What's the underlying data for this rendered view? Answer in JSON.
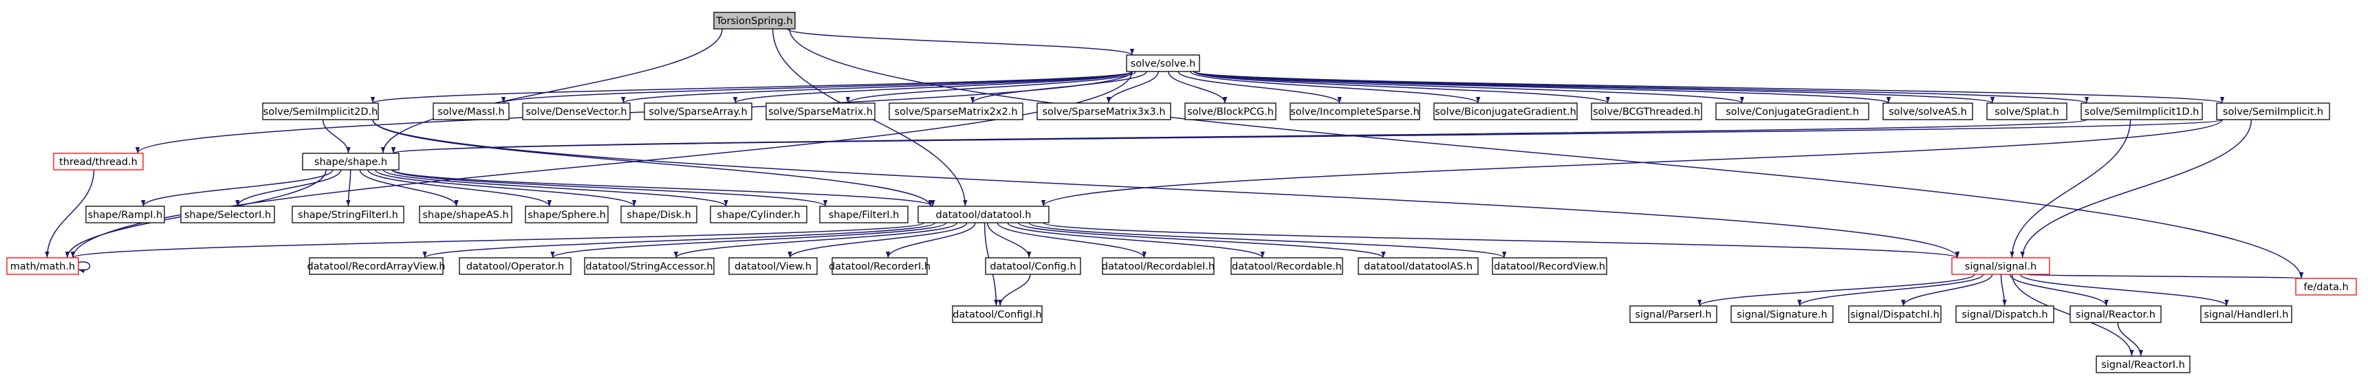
{
  "colors": {
    "edge": "#191970",
    "root_fill": "#bfbfbf",
    "highlight_border": "#ff0000",
    "node_border": "#000000",
    "background": "#ffffff"
  },
  "nodes": [
    {
      "id": "root",
      "label": "TorsionSpring.h",
      "style": "root"
    },
    {
      "id": "solve",
      "label": "solve/solve.h",
      "style": "normal"
    },
    {
      "id": "semi2d",
      "label": "solve/SemiImplicit2D.h",
      "style": "normal"
    },
    {
      "id": "massi",
      "label": "solve/MassI.h",
      "style": "normal"
    },
    {
      "id": "densevec",
      "label": "solve/DenseVector.h",
      "style": "normal"
    },
    {
      "id": "sparsearr",
      "label": "solve/SparseArray.h",
      "style": "normal"
    },
    {
      "id": "sparsemat",
      "label": "solve/SparseMatrix.h",
      "style": "normal"
    },
    {
      "id": "sparse2x2",
      "label": "solve/SparseMatrix2x2.h",
      "style": "normal"
    },
    {
      "id": "sparse3x3",
      "label": "solve/SparseMatrix3x3.h",
      "style": "normal"
    },
    {
      "id": "blockpcg",
      "label": "solve/BlockPCG.h",
      "style": "normal"
    },
    {
      "id": "incomplete",
      "label": "solve/IncompleteSparse.h",
      "style": "normal"
    },
    {
      "id": "bicg",
      "label": "solve/BiconjugateGradient.h",
      "style": "normal"
    },
    {
      "id": "bcgt",
      "label": "solve/BCGThreaded.h",
      "style": "normal"
    },
    {
      "id": "cg",
      "label": "solve/ConjugateGradient.h",
      "style": "normal"
    },
    {
      "id": "solveas",
      "label": "solve/solveAS.h",
      "style": "normal"
    },
    {
      "id": "splat",
      "label": "solve/Splat.h",
      "style": "normal"
    },
    {
      "id": "semi1d",
      "label": "solve/SemiImplicit1D.h",
      "style": "normal"
    },
    {
      "id": "semi",
      "label": "solve/SemiImplicit.h",
      "style": "normal"
    },
    {
      "id": "thread",
      "label": "thread/thread.h",
      "style": "red"
    },
    {
      "id": "shape",
      "label": "shape/shape.h",
      "style": "normal"
    },
    {
      "id": "math",
      "label": "math/math.h",
      "style": "red"
    },
    {
      "id": "rampi",
      "label": "shape/RampI.h",
      "style": "normal"
    },
    {
      "id": "selectori",
      "label": "shape/SelectorI.h",
      "style": "normal"
    },
    {
      "id": "stringfilteri",
      "label": "shape/StringFilterI.h",
      "style": "normal"
    },
    {
      "id": "shapeas",
      "label": "shape/shapeAS.h",
      "style": "normal"
    },
    {
      "id": "sphere",
      "label": "shape/Sphere.h",
      "style": "normal"
    },
    {
      "id": "disk",
      "label": "shape/Disk.h",
      "style": "normal"
    },
    {
      "id": "cylinder",
      "label": "shape/Cylinder.h",
      "style": "normal"
    },
    {
      "id": "filteri",
      "label": "shape/FilterI.h",
      "style": "normal"
    },
    {
      "id": "datatool",
      "label": "datatool/datatool.h",
      "style": "normal"
    },
    {
      "id": "signal",
      "label": "signal/signal.h",
      "style": "red"
    },
    {
      "id": "fedata",
      "label": "fe/data.h",
      "style": "red"
    },
    {
      "id": "rav",
      "label": "datatool/RecordArrayView.h",
      "style": "normal"
    },
    {
      "id": "operator",
      "label": "datatool/Operator.h",
      "style": "normal"
    },
    {
      "id": "stracc",
      "label": "datatool/StringAccessor.h",
      "style": "normal"
    },
    {
      "id": "view",
      "label": "datatool/View.h",
      "style": "normal"
    },
    {
      "id": "recorderi",
      "label": "datatool/RecorderI.h",
      "style": "normal"
    },
    {
      "id": "config",
      "label": "datatool/Config.h",
      "style": "normal"
    },
    {
      "id": "configi",
      "label": "datatool/ConfigI.h",
      "style": "normal"
    },
    {
      "id": "recordablei",
      "label": "datatool/RecordableI.h",
      "style": "normal"
    },
    {
      "id": "recordable",
      "label": "datatool/Recordable.h",
      "style": "normal"
    },
    {
      "id": "datatoolas",
      "label": "datatool/datatoolAS.h",
      "style": "normal"
    },
    {
      "id": "recordview",
      "label": "datatool/RecordView.h",
      "style": "normal"
    },
    {
      "id": "parseri",
      "label": "signal/ParserI.h",
      "style": "normal"
    },
    {
      "id": "signature",
      "label": "signal/Signature.h",
      "style": "normal"
    },
    {
      "id": "dispatchi",
      "label": "signal/DispatchI.h",
      "style": "normal"
    },
    {
      "id": "dispatch",
      "label": "signal/Dispatch.h",
      "style": "normal"
    },
    {
      "id": "reactor",
      "label": "signal/Reactor.h",
      "style": "normal"
    },
    {
      "id": "handleri",
      "label": "signal/HandlerI.h",
      "style": "normal"
    },
    {
      "id": "reactori",
      "label": "signal/ReactorI.h",
      "style": "normal"
    }
  ],
  "edges": [
    [
      "root",
      "solve"
    ],
    [
      "root",
      "shape"
    ],
    [
      "root",
      "datatool"
    ],
    [
      "root",
      "fedata"
    ],
    [
      "solve",
      "semi2d"
    ],
    [
      "solve",
      "massi"
    ],
    [
      "solve",
      "densevec"
    ],
    [
      "solve",
      "sparsearr"
    ],
    [
      "solve",
      "sparsemat"
    ],
    [
      "solve",
      "sparse2x2"
    ],
    [
      "solve",
      "sparse3x3"
    ],
    [
      "solve",
      "blockpcg"
    ],
    [
      "solve",
      "incomplete"
    ],
    [
      "solve",
      "bicg"
    ],
    [
      "solve",
      "bcgt"
    ],
    [
      "solve",
      "cg"
    ],
    [
      "solve",
      "solveas"
    ],
    [
      "solve",
      "splat"
    ],
    [
      "solve",
      "semi1d"
    ],
    [
      "solve",
      "semi"
    ],
    [
      "solve",
      "thread"
    ],
    [
      "solve",
      "math"
    ],
    [
      "semi2d",
      "shape"
    ],
    [
      "semi2d",
      "datatool"
    ],
    [
      "semi2d",
      "signal"
    ],
    [
      "semi1d",
      "shape"
    ],
    [
      "semi1d",
      "signal"
    ],
    [
      "semi",
      "shape"
    ],
    [
      "semi",
      "datatool"
    ],
    [
      "semi",
      "signal"
    ],
    [
      "thread",
      "math"
    ],
    [
      "shape",
      "math"
    ],
    [
      "shape",
      "rampi"
    ],
    [
      "shape",
      "selectori"
    ],
    [
      "shape",
      "stringfilteri"
    ],
    [
      "shape",
      "shapeas"
    ],
    [
      "shape",
      "sphere"
    ],
    [
      "shape",
      "disk"
    ],
    [
      "shape",
      "cylinder"
    ],
    [
      "shape",
      "filteri"
    ],
    [
      "shape",
      "datatool"
    ],
    [
      "math",
      "math"
    ],
    [
      "datatool",
      "math"
    ],
    [
      "datatool",
      "rav"
    ],
    [
      "datatool",
      "operator"
    ],
    [
      "datatool",
      "stracc"
    ],
    [
      "datatool",
      "view"
    ],
    [
      "datatool",
      "recorderi"
    ],
    [
      "datatool",
      "config"
    ],
    [
      "datatool",
      "configi"
    ],
    [
      "datatool",
      "recordablei"
    ],
    [
      "datatool",
      "recordable"
    ],
    [
      "datatool",
      "datatoolas"
    ],
    [
      "datatool",
      "recordview"
    ],
    [
      "datatool",
      "signal"
    ],
    [
      "config",
      "configi"
    ],
    [
      "signal",
      "parseri"
    ],
    [
      "signal",
      "signature"
    ],
    [
      "signal",
      "dispatchi"
    ],
    [
      "signal",
      "dispatch"
    ],
    [
      "signal",
      "reactor"
    ],
    [
      "signal",
      "handleri"
    ],
    [
      "signal",
      "reactori"
    ],
    [
      "signal",
      "fedata"
    ],
    [
      "reactor",
      "reactori"
    ]
  ]
}
